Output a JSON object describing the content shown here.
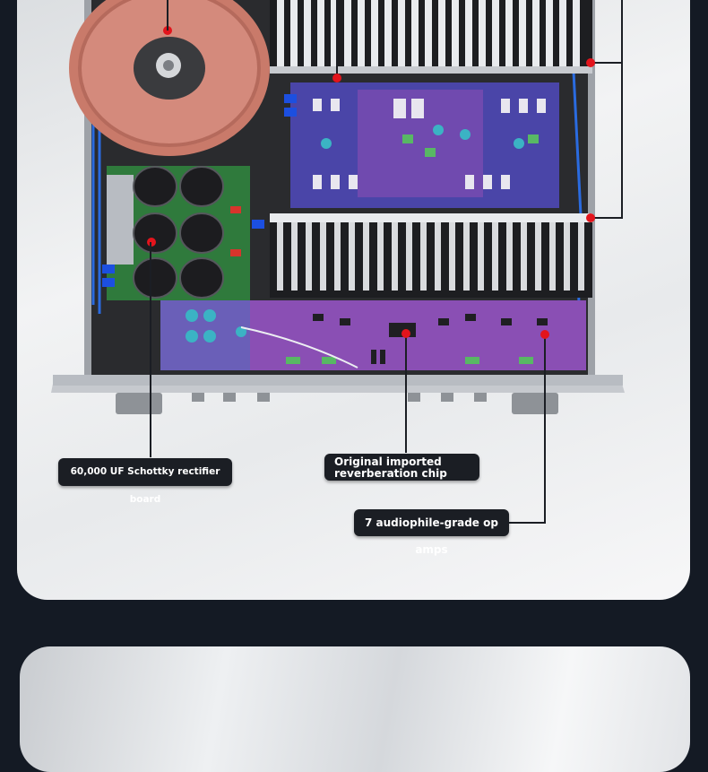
{
  "callouts": {
    "rectifier": "60,000 UF Schottky rectifier board",
    "reverb_line1": "Original imported",
    "reverb_line2": "reverberation chip",
    "opamps": "7 audiophile-grade op amps"
  },
  "colors": {
    "page_background": "#141a24",
    "label_background": "#1b1e24",
    "marker_red": "#e3141c",
    "pcb_blue": "#4a45a8",
    "pcb_purple": "#8a4fb4",
    "pcb_green": "#2f7a3c"
  }
}
